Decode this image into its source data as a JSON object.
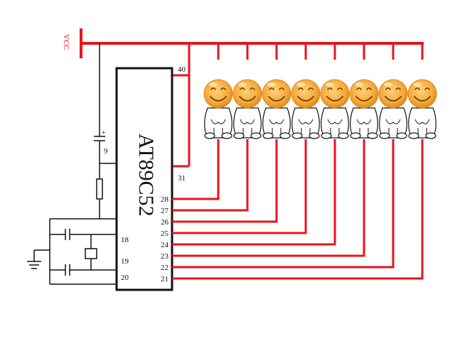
{
  "power": {
    "vcc_label": "VCC"
  },
  "chip": {
    "name": "AT89C52",
    "pins": {
      "vcc": "40",
      "ea": "31",
      "rst": "9",
      "xtal1": "18",
      "xtal2": "19",
      "gnd": "20",
      "port": [
        "28",
        "27",
        "26",
        "25",
        "24",
        "23",
        "22",
        "21"
      ]
    }
  },
  "loads": {
    "count": 8,
    "kind": "smiley-figure"
  },
  "colors": {
    "wire": "#e8141c",
    "ink": "#111111",
    "face": "#f4a93a",
    "face_shade": "#e08a1c",
    "background": "#ffffff"
  }
}
